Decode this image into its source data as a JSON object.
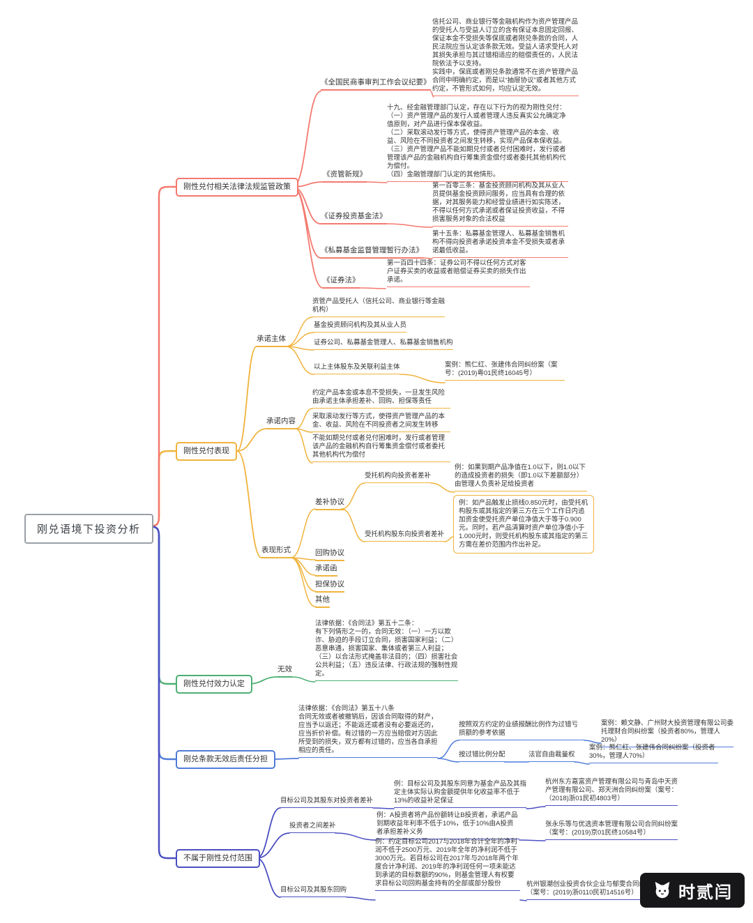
{
  "root": {
    "label": "刚兑语境下投资分析"
  },
  "watermark": {
    "label": "时贰闫"
  },
  "palette": {
    "red": "#f4796f",
    "orange": "#f0b33c",
    "green": "#4caf72",
    "blue": "#4f7bd9",
    "indigo": "#4b4fc1",
    "root_border": "#9aa0a6"
  },
  "policy": {
    "label": "刚性兑付相关法律法规监管政策",
    "items": [
      {
        "label": "《全国民商事审判工作会议纪要》",
        "detail": "信托公司、商业银行等金融机构作为资产管理产品的受托人与受益人订立的含有保证本息固定回报、保证本金不受损失等保底或者刚兑条款的合同，人民法院应当认定该条款无效。受益人请求受托人对其损失承担与其过错相适应的赔偿责任的，人民法院依法予以支持。\n实践中，保底或者刚兑条款通常不在资产管理产品合同中明确约定，而是以“抽屉协议”或者其他方式约定，不管形式如何，均应认定无效。"
      },
      {
        "label": "《资管新规》",
        "detail": "十九、经金融管理部门认定，存在以下行为的视为刚性兑付：\n（一）资产管理产品的发行人或者管理人违反真实公允确定净值原则，对产品进行保本保收益。\n（二）采取滚动发行等方式，使得资产管理产品的本金、收益、风险在不同投资者之间发生转移，实现产品保本保收益。\n（三）资产管理产品不能如期兑付或者兑付困难时，发行或者管理该产品的金融机构自行筹集资金偿付或者委托其他机构代为偿付。\n（四）金融管理部门认定的其他情形。"
      },
      {
        "label": "《证券投资基金法》",
        "detail": "第一百零三条：基金投资顾问机构及其从业人员提供基金投资顾问服务，应当具有合理的依据，对其服务能力和经营业绩进行如实陈述，不得以任何方式承诺或者保证投资收益，不得损害服务对象的合法权益"
      },
      {
        "label": "《私募基金监督管理暂行办法》",
        "detail": "第十五条：私募基金管理人、私募基金销售机构不得向投资者承诺投资本金不受损失或者承诺最低收益。"
      },
      {
        "label": "《证券法》",
        "detail": "第一百四十四条：证券公司不得以任何方式对客户证券买卖的收益或者赔偿证券买卖的损失作出承诺。"
      }
    ]
  },
  "manifestation": {
    "label": "刚性兑付表现",
    "subject": {
      "label": "承诺主体",
      "items": [
        "资管产品受托人（信托公司、商业银行等金融机构）",
        "基金投资顾问机构及其从业人员",
        "证券公司、私募基金管理人、私募基金销售机构",
        "以上主体股东及关联利益主体"
      ],
      "case": "案例：熊仁红、张建伟合同纠纷案（案号：(2019)粤01民终16045号）"
    },
    "content": {
      "label": "承诺内容",
      "items": [
        "约定产品本金或本息不受损失，一旦发生风险由承诺主体承担差补、回购、担保等责任",
        "采取滚动发行等方式，使得资产管理产品的本金、收益、风险在不同投资者之间发生转移",
        "不能如期兑付或者兑付困难时，发行或者管理该产品的金融机构自行筹集资金偿付或者委托其他机构代为偿付"
      ]
    },
    "form": {
      "label": "表现形式",
      "margin": {
        "label": "差补协议",
        "trustee": {
          "label": "受托机构向投资者差补",
          "example": "例：如果到期产品净值在1.0以下，则1.0以下的造成投资者的损失（即1.0以下差额部分）由管理人负责补足给投资者"
        },
        "shareholder": {
          "label": "受托机构股东向投资者差补",
          "example": "例：如产品触发止损线0.850元时，由受托机构股东或其指定的第三方在三个工作日内追加资金使受托资产单位净值大于等于0.900元。同时，若产品清算时资产单位净值小于1.000元时，则受托机构股东或其指定的第三方需在差价范围内作出补足。"
        }
      },
      "others": [
        "回购协议",
        "承诺函",
        "担保协议",
        "其他"
      ]
    }
  },
  "validity": {
    "label": "刚性兑付效力认定",
    "conclusion": "无效",
    "basis": "法律依据：《合同法》第五十二条：\n有下列情形之一的，合同无效：（一）一方以欺诈、胁迫的手段订立合同，损害国家利益；（二）恶意串通，损害国家、集体或者第三人利益；（三）以合法形式掩盖非法目的；（四）损害社会公共利益；（五）违反法律、行政法规的强制性规定。"
  },
  "liability": {
    "label": "刚兑条款无效后责任分担",
    "basis": "法律依据：《合同法》第五十八条\n合同无效或者被撤销后，因该合同取得的财产，应当予以返还；不能返还或者没有必要返还的，应当折价补偿。有过错的一方应当赔偿对方因此所受到的损失，双方都有过错的，应当各自承担相应的责任。",
    "rule1": {
      "label": "按照双方约定的业绩报酬比例作为过错亏损额的参考依据",
      "case": "案例：赖文静、广州财大投资管理有限公司委托理财合同纠纷案（投资者80%，管理人20%）"
    },
    "rule2": {
      "label": "按过错比例分配",
      "sub": "法官自由裁量权",
      "case": "案例：熊仁红、张建伟合同纠纷案（投资者30%，管理人70%）"
    }
  },
  "not_rigid": {
    "label": "不属于刚性兑付范围",
    "items": [
      {
        "label": "目标公司及其股东对投资者差补",
        "example": "例：目标公司及其股东同意为基金产品及其指定主体实际认购金额提供年化收益率不低于13%的收益补足保证",
        "case": "杭州东方嘉富资产管理有限公司与青岛中天资产管理有限公司、郑天洲合同纠纷案（案号：（2018)浙01民初4803号）"
      },
      {
        "label": "投资者之间差补",
        "example": "例：A投资者将产品份额转让B投资者，承诺产品到期收益年利率不低于10%，低于10%由A投资者承担差补义务",
        "case": "张永乐等与优选资本管理有限公司合同纠纷案（案号：(2019)京01民终10584号）"
      },
      {
        "label": "目标公司及其股东回购",
        "example": "例：约定目标公司2017与2018年合计全年的净利润不低于2500万元、2019年全年的净利润不低于3000万元。若目标公司在2017年与2018年两个年度合计净利润、2019年的净利润任何一项未能达到承诺的目标数额的90%，则基金管理人有权要求目标公司回购基金持有的全部或部分股份",
        "case": "杭州银潮创业投资合伙企业与郁雯合同纠纷案（案号：(2019)浙0110民初14516号）"
      }
    ]
  }
}
